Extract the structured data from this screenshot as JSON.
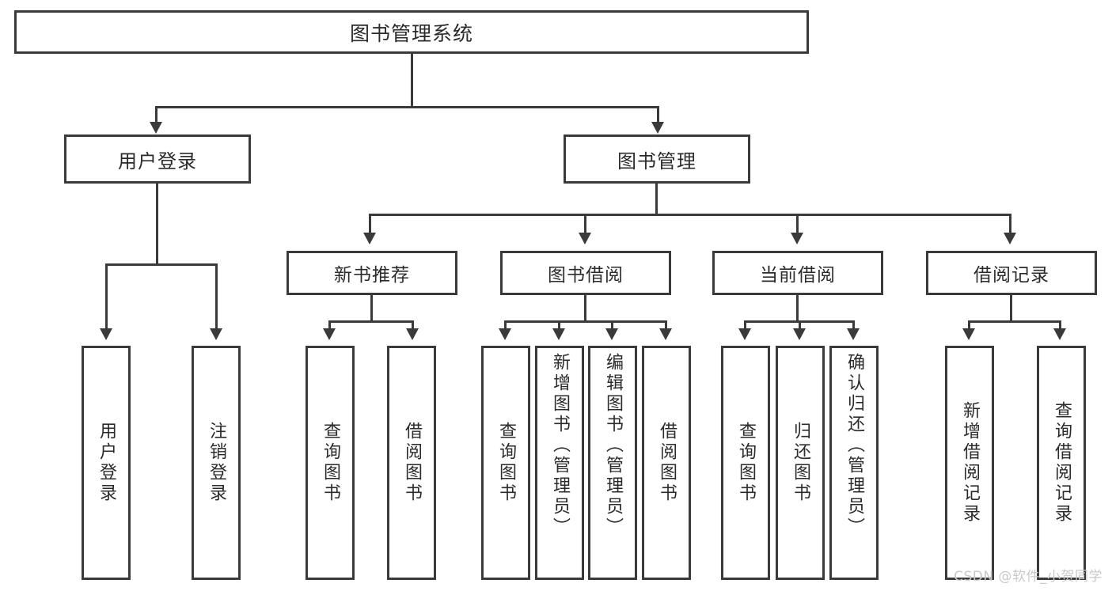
{
  "diagram": {
    "title_text": "图书管理系统",
    "watermark": "CSDN @软件_小贺同学",
    "colors": {
      "stroke": "#3a3a3a",
      "text": "#2b2b2b",
      "background": "#ffffff",
      "watermark": "#c9c9c9"
    },
    "root": {
      "label": "图书管理系统"
    },
    "level1": [
      {
        "label": "用户登录"
      },
      {
        "label": "图书管理"
      }
    ],
    "level2": [
      {
        "label": "新书推荐"
      },
      {
        "label": "图书借阅"
      },
      {
        "label": "当前借阅"
      },
      {
        "label": "借阅记录"
      }
    ],
    "leaves": {
      "user_login": [
        {
          "label": "用户登录"
        },
        {
          "label": "注销登录"
        }
      ],
      "new_book_recommend": [
        {
          "label": "查询图书"
        },
        {
          "label": "借阅图书"
        }
      ],
      "book_borrow": [
        {
          "label": "查询图书"
        },
        {
          "label": "新增图书（管理员）"
        },
        {
          "label": "编辑图书（管理员）"
        },
        {
          "label": "借阅图书"
        }
      ],
      "current_borrow": [
        {
          "label": "查询图书"
        },
        {
          "label": "归还图书"
        },
        {
          "label": "确认归还（管理员）"
        }
      ],
      "borrow_records": [
        {
          "label": "新增借阅记录"
        },
        {
          "label": "查询借阅记录"
        }
      ]
    }
  }
}
